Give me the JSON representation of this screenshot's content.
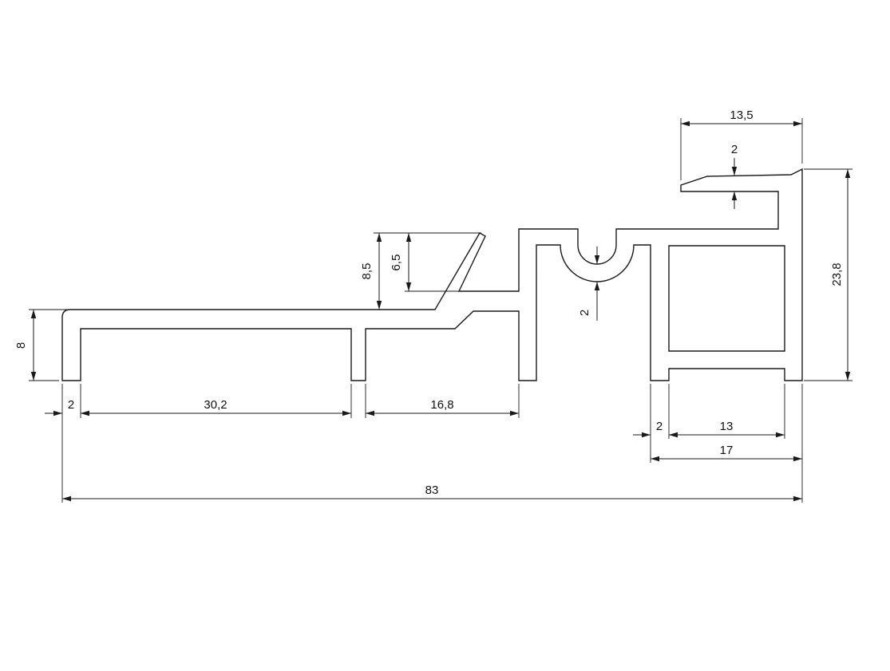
{
  "drawing": {
    "kind": "technical-profile-cross-section",
    "background": "#ffffff",
    "line_color": "#1a1a1a"
  },
  "dimensions": {
    "hook_width": "13,5",
    "hook_thickness": "2",
    "overall_height": "23,8",
    "fin_height": "8,5",
    "fin_step_height": "6,5",
    "left_end_height": "8",
    "left_lip_width": "2",
    "left_span": "30,2",
    "mid_span": "16,8",
    "groove_wall": "2",
    "box_wall": "2",
    "box_inner_width": "13",
    "box_outer_width": "17",
    "overall_width": "83"
  }
}
